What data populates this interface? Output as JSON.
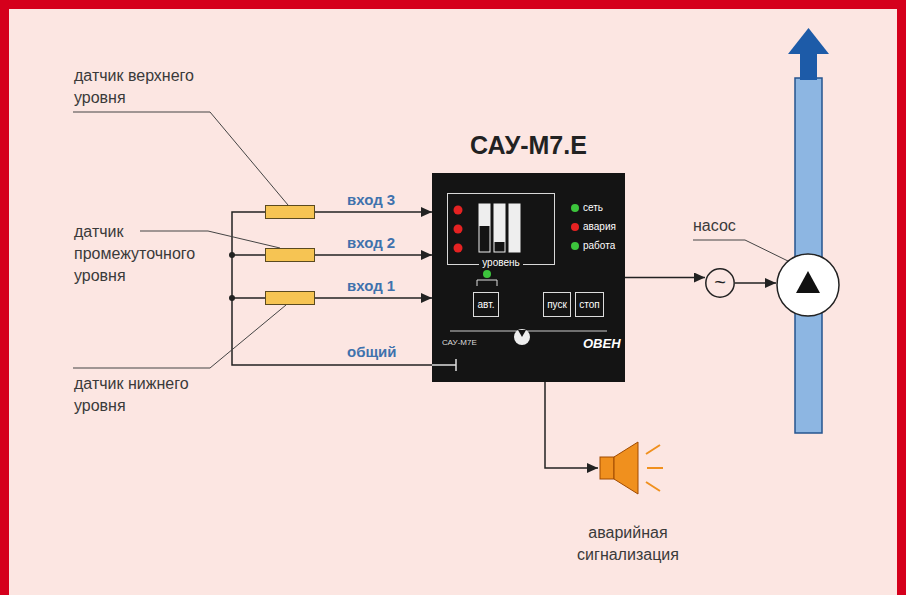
{
  "diagram": {
    "nodes": [
      {
        "text": [
          "датчик верхнего уровня"
        ]
      },
      {
        "text": [
          "датчик промежуточного уровня"
        ]
      },
      {
        "text": [
          "датчик нижнего уровня"
        ]
      },
      {
        "text": [
          "САУ-М7.E"
        ]
      },
      {
        "text": [
          "уровень"
        ],
        "in": 3
      },
      {
        "text": [
          "авт."
        ],
        "in": 3
      },
      {
        "text": [
          "пуск"
        ],
        "in": 3
      },
      {
        "text": [
          "стоп"
        ],
        "in": 3
      },
      {
        "text": [
          "~"
        ]
      },
      {
        "text": [
          "насос"
        ]
      },
      {
        "text": [
          "аварийная сигнализация"
        ]
      }
    ],
    "edges": [
      {
        "from": 0,
        "to": 3,
        "arrow": "to",
        "label": "вход 3"
      },
      {
        "from": 1,
        "to": 3,
        "arrow": "to",
        "label": "вход 2"
      },
      {
        "from": 2,
        "to": 3,
        "arrow": "to",
        "label": "вход 1"
      },
      {
        "from": 3,
        "to": 8,
        "arrow": "to"
      },
      {
        "from": 8,
        "to": 9,
        "arrow": "to"
      },
      {
        "from": 3,
        "to": 10,
        "arrow": "to"
      }
    ],
    "labels": [
      "общий",
      "сеть",
      "авария",
      "работа",
      "САУ-М7Е",
      "ОВЕН"
    ]
  }
}
